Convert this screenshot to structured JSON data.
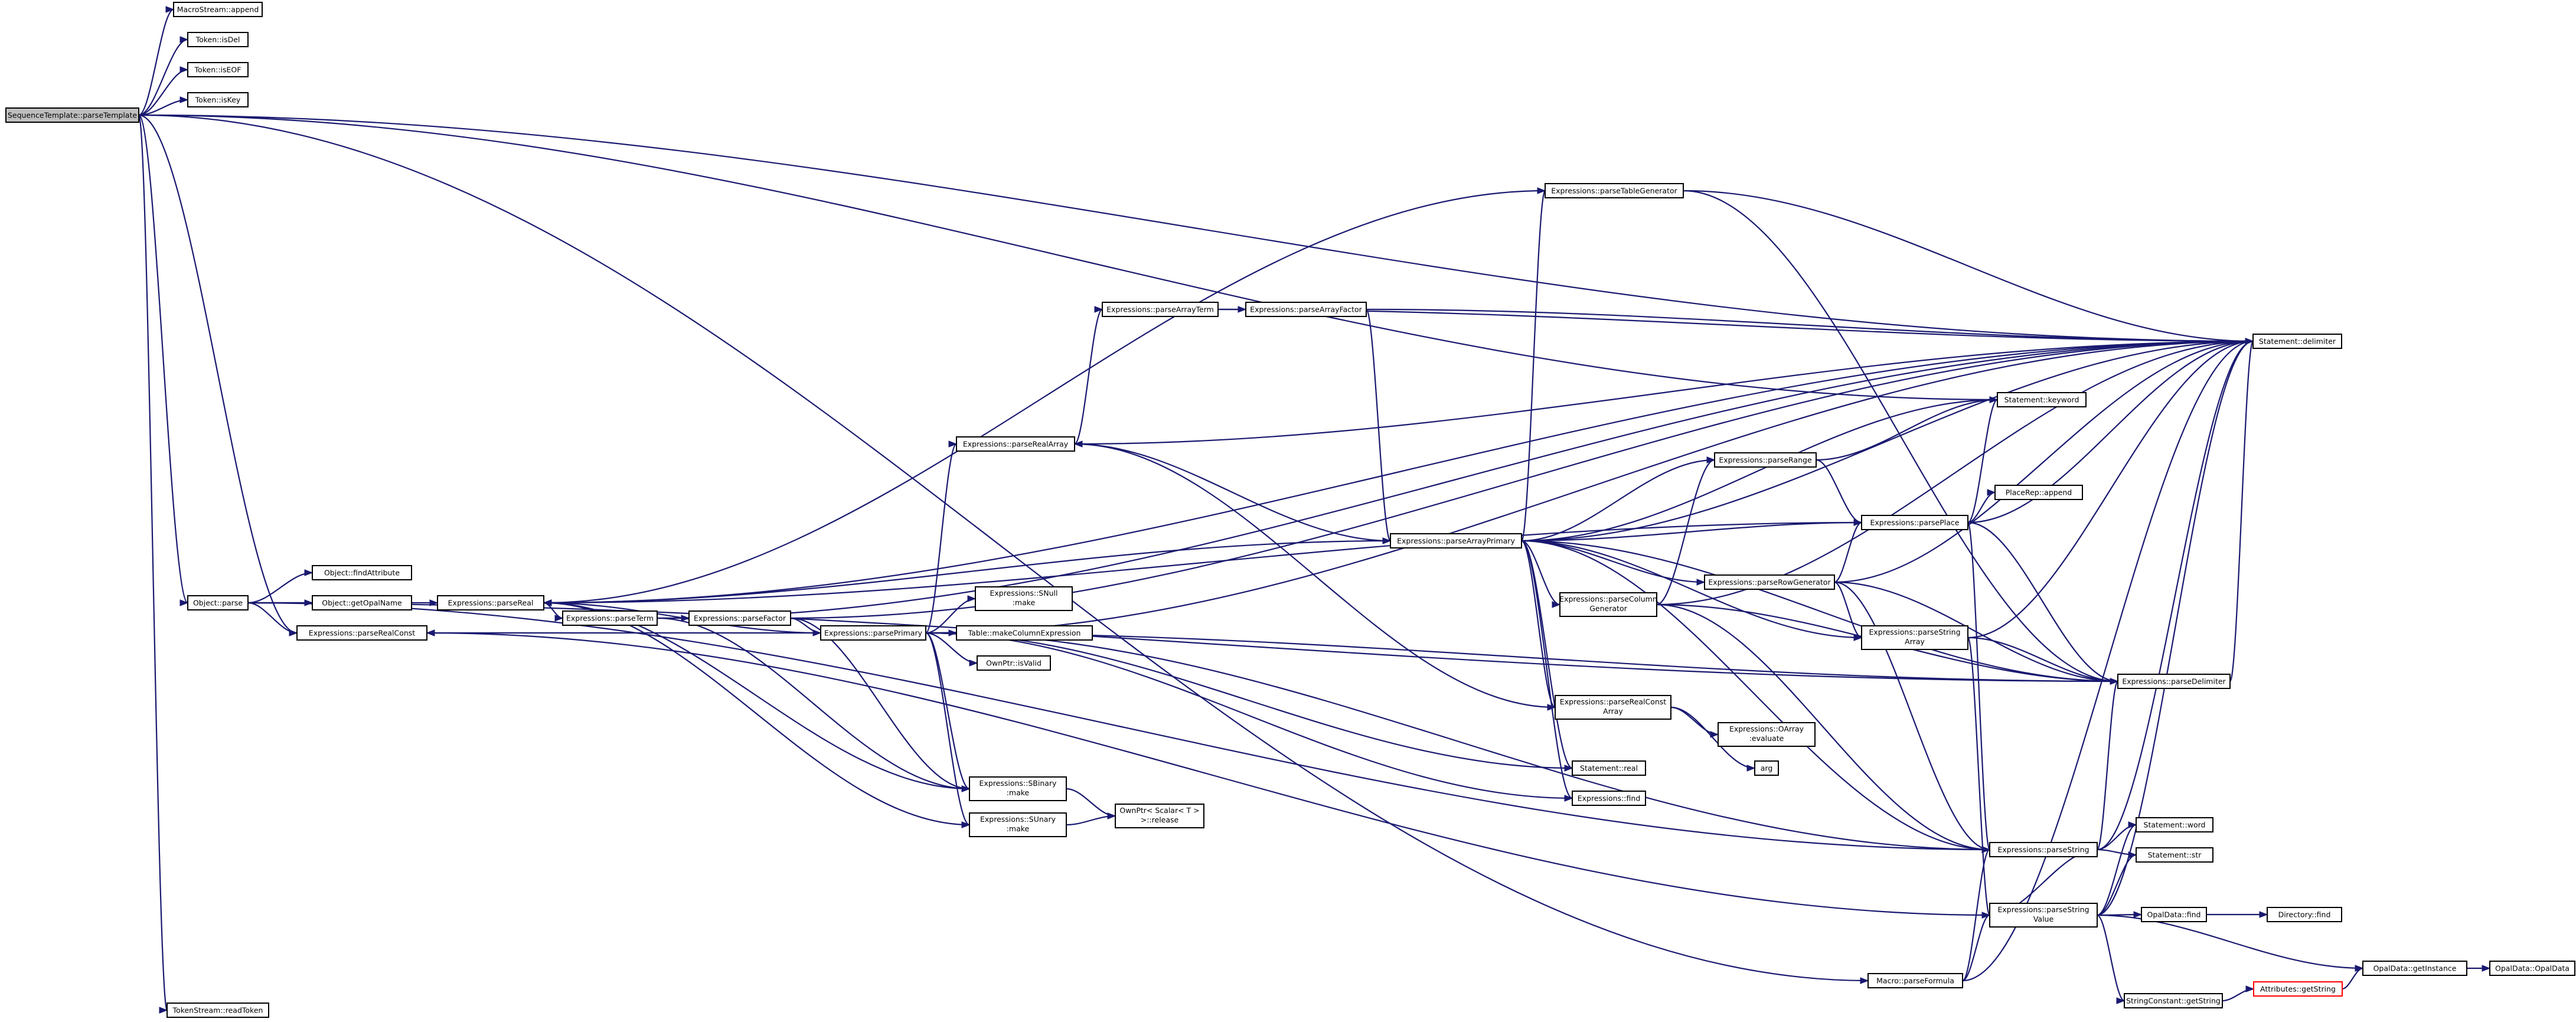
{
  "graph": {
    "type": "call-graph",
    "colors": {
      "edge": "#191970",
      "root_fill": "#bfbfbf",
      "node_fill": "#ffffff",
      "truncated_border": "#ff0000"
    },
    "nodes": [
      {
        "id": "parseTemplate",
        "lines": [
          "SequenceTemplate::parseTemplate"
        ],
        "root": true
      },
      {
        "id": "macroAppend",
        "lines": [
          "MacroStream::append"
        ]
      },
      {
        "id": "isDel",
        "lines": [
          "Token::isDel"
        ]
      },
      {
        "id": "isEOF",
        "lines": [
          "Token::isEOF"
        ]
      },
      {
        "id": "isKey",
        "lines": [
          "Token::isKey"
        ]
      },
      {
        "id": "objParse",
        "lines": [
          "Object::parse"
        ]
      },
      {
        "id": "readToken",
        "lines": [
          "TokenStream::readToken"
        ]
      },
      {
        "id": "findAttribute",
        "lines": [
          "Object::findAttribute"
        ]
      },
      {
        "id": "getOpalName",
        "lines": [
          "Object::getOpalName"
        ]
      },
      {
        "id": "parseRealConst",
        "lines": [
          "Expressions::parseRealConst"
        ]
      },
      {
        "id": "parseReal",
        "lines": [
          "Expressions::parseReal"
        ]
      },
      {
        "id": "parseTerm",
        "lines": [
          "Expressions::parseTerm"
        ]
      },
      {
        "id": "parseFactor",
        "lines": [
          "Expressions::parseFactor"
        ]
      },
      {
        "id": "parsePrimary",
        "lines": [
          "Expressions::parsePrimary"
        ]
      },
      {
        "id": "sNullMake",
        "lines": [
          "Expressions::SNull",
          ":make"
        ]
      },
      {
        "id": "makeColumnExpression",
        "lines": [
          "Table::makeColumnExpression"
        ]
      },
      {
        "id": "ownPtrIsValid",
        "lines": [
          "OwnPtr::isValid"
        ]
      },
      {
        "id": "sBinaryMake",
        "lines": [
          "Expressions::SBinary",
          ":make"
        ]
      },
      {
        "id": "sUnaryMake",
        "lines": [
          "Expressions::SUnary",
          ":make"
        ]
      },
      {
        "id": "ownPtrRelease",
        "lines": [
          "OwnPtr< Scalar< T >",
          " >::release"
        ]
      },
      {
        "id": "parseRealArray",
        "lines": [
          "Expressions::parseRealArray"
        ]
      },
      {
        "id": "parseArrayTerm",
        "lines": [
          "Expressions::parseArrayTerm"
        ]
      },
      {
        "id": "parseArrayFactor",
        "lines": [
          "Expressions::parseArrayFactor"
        ]
      },
      {
        "id": "parseTableGenerator",
        "lines": [
          "Expressions::parseTableGenerator"
        ]
      },
      {
        "id": "parseArrayPrimary",
        "lines": [
          "Expressions::parseArrayPrimary"
        ]
      },
      {
        "id": "parseRange",
        "lines": [
          "Expressions::parseRange"
        ]
      },
      {
        "id": "parseRowGenerator",
        "lines": [
          "Expressions::parseRowGenerator"
        ]
      },
      {
        "id": "parseColumnGenerator",
        "lines": [
          "Expressions::parseColumn",
          "Generator"
        ]
      },
      {
        "id": "parseRealConstArray",
        "lines": [
          "Expressions::parseRealConst",
          "Array"
        ]
      },
      {
        "id": "oArrayEvaluate",
        "lines": [
          "Expressions::OArray",
          ":evaluate"
        ]
      },
      {
        "id": "arg",
        "lines": [
          "arg"
        ]
      },
      {
        "id": "stmtReal",
        "lines": [
          "Statement::real"
        ]
      },
      {
        "id": "exprFind",
        "lines": [
          "Expressions::find"
        ]
      },
      {
        "id": "delimiter",
        "lines": [
          "Statement::delimiter"
        ]
      },
      {
        "id": "keyword",
        "lines": [
          "Statement::keyword"
        ]
      },
      {
        "id": "parsePlace",
        "lines": [
          "Expressions::parsePlace"
        ]
      },
      {
        "id": "placeRepAppend",
        "lines": [
          "PlaceRep::append"
        ]
      },
      {
        "id": "parseStringArray",
        "lines": [
          "Expressions::parseString",
          "Array"
        ]
      },
      {
        "id": "parseDelimiter",
        "lines": [
          "Expressions::parseDelimiter"
        ]
      },
      {
        "id": "parseString",
        "lines": [
          "Expressions::parseString"
        ]
      },
      {
        "id": "stmtWord",
        "lines": [
          "Statement::word"
        ]
      },
      {
        "id": "stmtStr",
        "lines": [
          "Statement::str"
        ]
      },
      {
        "id": "parseStringValue",
        "lines": [
          "Expressions::parseString",
          "Value"
        ]
      },
      {
        "id": "opalFind",
        "lines": [
          "OpalData::find"
        ]
      },
      {
        "id": "dirFind",
        "lines": [
          "Directory::find"
        ]
      },
      {
        "id": "parseFormula",
        "lines": [
          "Macro::parseFormula"
        ]
      },
      {
        "id": "getInstance",
        "lines": [
          "OpalData::getInstance"
        ]
      },
      {
        "id": "opalDataCtor",
        "lines": [
          "OpalData::OpalData"
        ]
      },
      {
        "id": "getString",
        "lines": [
          "StringConstant::getString"
        ]
      },
      {
        "id": "attrGetString",
        "lines": [
          "Attributes::getString"
        ],
        "truncated": true
      }
    ],
    "edges": [
      [
        "parseTemplate",
        "macroAppend"
      ],
      [
        "parseTemplate",
        "isDel"
      ],
      [
        "parseTemplate",
        "isEOF"
      ],
      [
        "parseTemplate",
        "isKey"
      ],
      [
        "parseTemplate",
        "objParse"
      ],
      [
        "parseTemplate",
        "readToken"
      ],
      [
        "parseTemplate",
        "delimiter"
      ],
      [
        "parseTemplate",
        "keyword"
      ],
      [
        "parseTemplate",
        "parseRealConst"
      ],
      [
        "parseTemplate",
        "parseFormula"
      ],
      [
        "objParse",
        "findAttribute"
      ],
      [
        "objParse",
        "getOpalName"
      ],
      [
        "objParse",
        "parseRealConst"
      ],
      [
        "objParse",
        "parseReal"
      ],
      [
        "objParse",
        "parseDelimiter"
      ],
      [
        "objParse",
        "parseString"
      ],
      [
        "parseReal",
        "parseTerm"
      ],
      [
        "parseReal",
        "delimiter"
      ],
      [
        "parseReal",
        "sBinaryMake"
      ],
      [
        "parseReal",
        "sUnaryMake"
      ],
      [
        "parseTerm",
        "parseFactor"
      ],
      [
        "parseTerm",
        "delimiter"
      ],
      [
        "parseTerm",
        "sBinaryMake"
      ],
      [
        "parseFactor",
        "parsePrimary"
      ],
      [
        "parseFactor",
        "delimiter"
      ],
      [
        "parseFactor",
        "sBinaryMake"
      ],
      [
        "parsePrimary",
        "parseRealConst"
      ],
      [
        "parsePrimary",
        "parseReal"
      ],
      [
        "parsePrimary",
        "sNullMake"
      ],
      [
        "parsePrimary",
        "makeColumnExpression"
      ],
      [
        "parsePrimary",
        "ownPtrIsValid"
      ],
      [
        "parsePrimary",
        "sBinaryMake"
      ],
      [
        "parsePrimary",
        "sUnaryMake"
      ],
      [
        "parsePrimary",
        "parseRealArray"
      ],
      [
        "parsePrimary",
        "delimiter"
      ],
      [
        "parsePrimary",
        "parseString"
      ],
      [
        "parsePrimary",
        "stmtReal"
      ],
      [
        "parsePrimary",
        "exprFind"
      ],
      [
        "parsePrimary",
        "parseDelimiter"
      ],
      [
        "sBinaryMake",
        "ownPtrRelease"
      ],
      [
        "sUnaryMake",
        "ownPtrRelease"
      ],
      [
        "parseRealArray",
        "parseArrayTerm"
      ],
      [
        "parseRealArray",
        "delimiter"
      ],
      [
        "parseRealArray",
        "parseArrayPrimary"
      ],
      [
        "parseArrayTerm",
        "parseArrayFactor"
      ],
      [
        "parseArrayTerm",
        "delimiter"
      ],
      [
        "parseArrayFactor",
        "parseArrayPrimary"
      ],
      [
        "parseArrayFactor",
        "delimiter"
      ],
      [
        "parseArrayPrimary",
        "parseTableGenerator"
      ],
      [
        "parseArrayPrimary",
        "parseRange"
      ],
      [
        "parseArrayPrimary",
        "parsePlace"
      ],
      [
        "parseArrayPrimary",
        "parseRowGenerator"
      ],
      [
        "parseArrayPrimary",
        "parseColumnGenerator"
      ],
      [
        "parseArrayPrimary",
        "parseRealConstArray"
      ],
      [
        "parseArrayPrimary",
        "stmtReal"
      ],
      [
        "parseArrayPrimary",
        "exprFind"
      ],
      [
        "parseArrayPrimary",
        "parseStringArray"
      ],
      [
        "parseArrayPrimary",
        "parseDelimiter"
      ],
      [
        "parseArrayPrimary",
        "parseString"
      ],
      [
        "parseArrayPrimary",
        "delimiter"
      ],
      [
        "parseArrayPrimary",
        "keyword"
      ],
      [
        "parseArrayPrimary",
        "parseReal"
      ],
      [
        "parseTableGenerator",
        "parseReal"
      ],
      [
        "parseTableGenerator",
        "delimiter"
      ],
      [
        "parseTableGenerator",
        "parseDelimiter"
      ],
      [
        "parseRange",
        "keyword"
      ],
      [
        "parseRange",
        "parsePlace"
      ],
      [
        "parsePlace",
        "placeRepAppend"
      ],
      [
        "parsePlace",
        "keyword"
      ],
      [
        "parsePlace",
        "delimiter"
      ],
      [
        "parsePlace",
        "parseDelimiter"
      ],
      [
        "parsePlace",
        "parseString"
      ],
      [
        "parsePlace",
        "parseReal"
      ],
      [
        "parseRowGenerator",
        "parsePlace"
      ],
      [
        "parseRowGenerator",
        "parseStringArray"
      ],
      [
        "parseRowGenerator",
        "parseDelimiter"
      ],
      [
        "parseRowGenerator",
        "parseString"
      ],
      [
        "parseRowGenerator",
        "delimiter"
      ],
      [
        "parseColumnGenerator",
        "parseRange"
      ],
      [
        "parseColumnGenerator",
        "parseDelimiter"
      ],
      [
        "parseColumnGenerator",
        "parseString"
      ],
      [
        "parseColumnGenerator",
        "delimiter"
      ],
      [
        "parseRealConstArray",
        "oArrayEvaluate"
      ],
      [
        "parseRealConstArray",
        "arg"
      ],
      [
        "parseRealConstArray",
        "parseRealArray"
      ],
      [
        "parseStringArray",
        "parseStringValue"
      ],
      [
        "parseStringArray",
        "parseDelimiter"
      ],
      [
        "parseStringArray",
        "delimiter"
      ],
      [
        "parseString",
        "stmtWord"
      ],
      [
        "parseString",
        "stmtStr"
      ],
      [
        "parseString",
        "parseStringValue"
      ],
      [
        "parseString",
        "parseDelimiter"
      ],
      [
        "parseString",
        "delimiter"
      ],
      [
        "parseStringValue",
        "opalFind"
      ],
      [
        "parseStringValue",
        "getInstance"
      ],
      [
        "parseStringValue",
        "getString"
      ],
      [
        "parseStringValue",
        "parseRealConst"
      ],
      [
        "parseStringValue",
        "stmtWord"
      ],
      [
        "parseStringValue",
        "stmtStr"
      ],
      [
        "parseStringValue",
        "delimiter"
      ],
      [
        "opalFind",
        "dirFind"
      ],
      [
        "parseFormula",
        "parseString"
      ],
      [
        "parseFormula",
        "delimiter"
      ],
      [
        "parseFormula",
        "parseStringValue"
      ],
      [
        "getInstance",
        "opalDataCtor"
      ],
      [
        "getString",
        "attrGetString"
      ],
      [
        "attrGetString",
        "getInstance"
      ],
      [
        "parseDelimiter",
        "delimiter"
      ]
    ]
  }
}
